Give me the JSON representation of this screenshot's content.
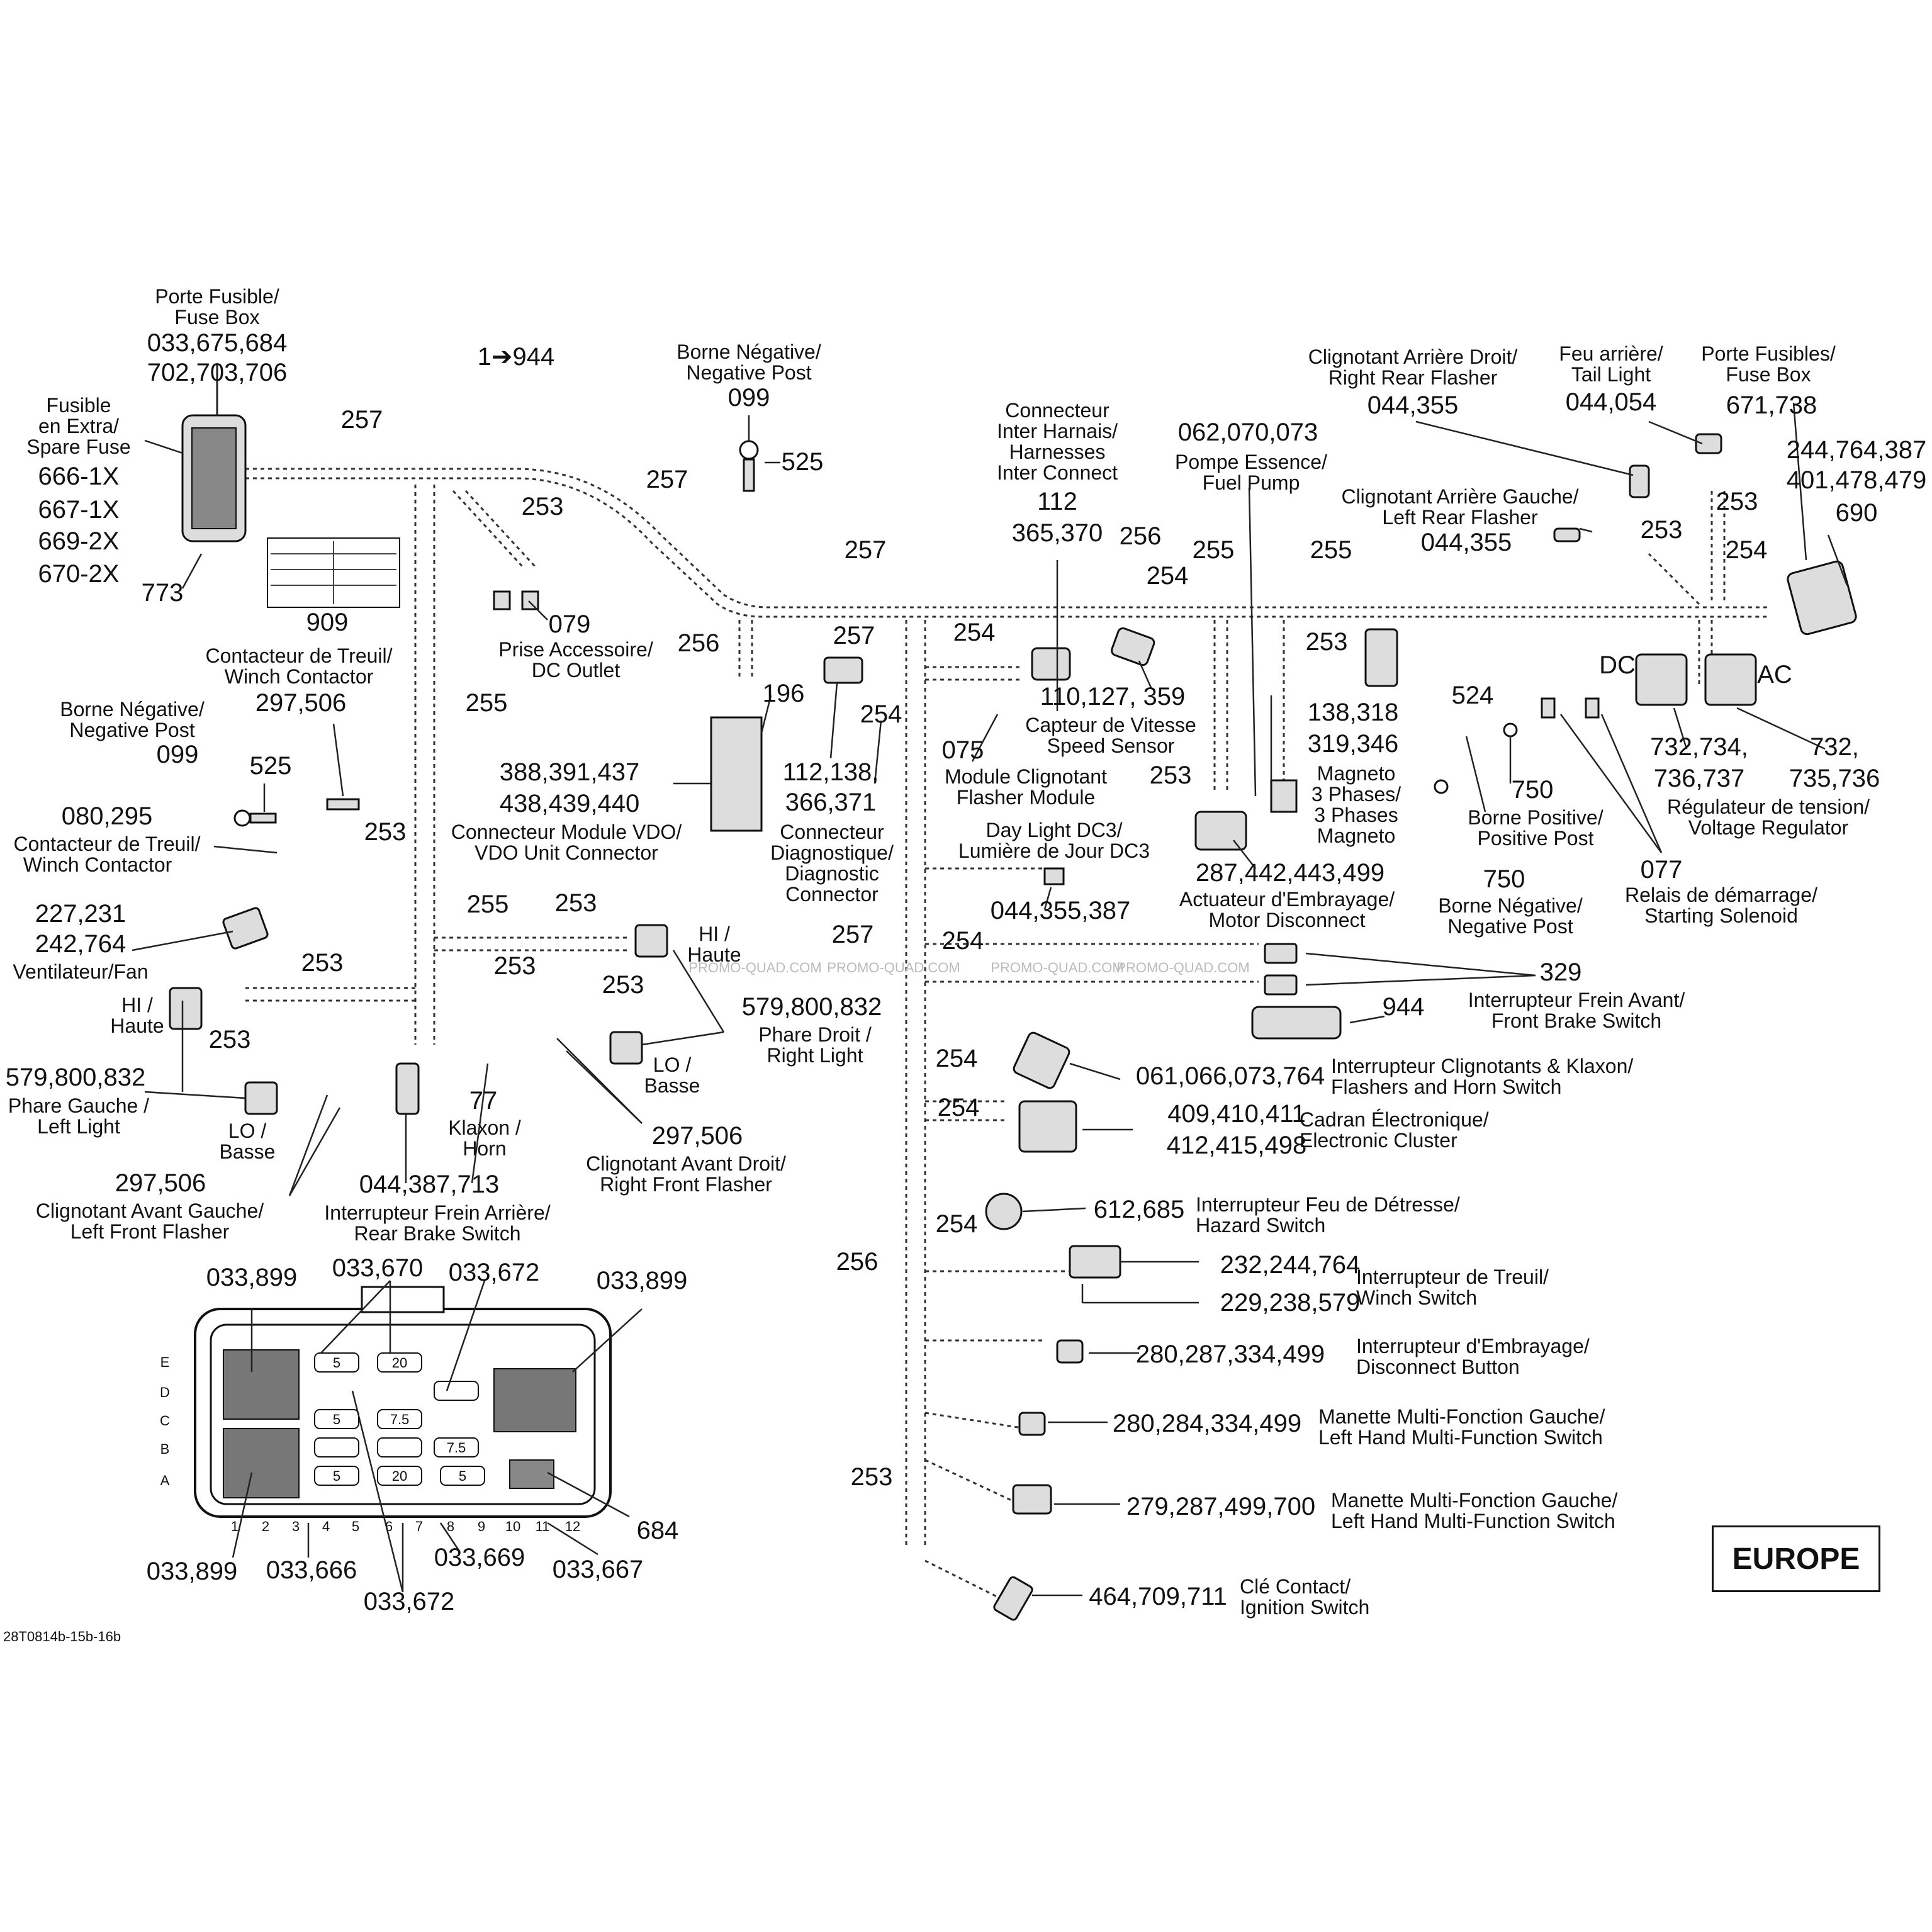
{
  "diagram_code": "28T0814b-15b-16b",
  "region": "EUROPE",
  "labels": {
    "fuse_box_title": "Porte Fusible/",
    "fuse_box_title2": "Fuse Box",
    "fuse_box_pn1": "033,675,684",
    "fuse_box_pn2": "702,703,706",
    "spare_fuse_1": "Fusible",
    "spare_fuse_2": "en Extra/",
    "spare_fuse_3": "Spare Fuse",
    "spare_1": "666-1X",
    "spare_2": "667-1X",
    "spare_3": "669-2X",
    "spare_4": "670-2X",
    "n773": "773",
    "n909": "909",
    "n257a": "257",
    "harness": "1➔944",
    "neg_post_top_1": "Borne Négative/",
    "neg_post_top_2": "Negative Post",
    "n099a": "099",
    "n525a": "525",
    "n253a": "253",
    "n257b": "257",
    "n079": "079",
    "dc_outlet_1": "Prise Accessoire/",
    "dc_outlet_2": "DC Outlet",
    "n256a": "256",
    "n196": "196",
    "n257c": "257",
    "n257d": "257",
    "n254a": "254",
    "n254b": "254",
    "inter_1": "Connecteur",
    "inter_2": "Inter Harnais/",
    "inter_3": "Harnesses",
    "inter_4": "Inter Connect",
    "inter_pn1": "112",
    "inter_pn2": "365,370",
    "n256b": "256",
    "fuel_pn": "062,070,073",
    "fuel_1": "Pompe Essence/",
    "fuel_2": "Fuel Pump",
    "n255a": "255",
    "n254c": "254",
    "n255b": "255",
    "n253b": "253",
    "rr_flasher_1": "Clignotant Arrière Droit/",
    "rr_flasher_2": "Right Rear Flasher",
    "rr_flasher_pn": "044,355",
    "tail_1": "Feu arrière/",
    "tail_2": "Tail Light",
    "tail_pn": "044,054",
    "fuses_1": "Porte Fusibles/",
    "fuses_2": "Fuse Box",
    "fuses_pn": "671,738",
    "lr_flasher_1": "Clignotant Arrière Gauche/",
    "lr_flasher_2": "Left Rear Flasher",
    "lr_flasher_pn": "044,355",
    "n253c": "253",
    "n253d": "253",
    "n254d": "254",
    "reg_pn1": "244,764,387",
    "reg_pn2": "401,478,479",
    "reg_pn3": "690",
    "dc": "DC",
    "ac": "AC",
    "winch_contactor_1": "Contacteur de Treuil/",
    "winch_contactor_2": "Winch Contactor",
    "winch_contactor_pn": "297,506",
    "n255c": "255",
    "neg_post_left_1": "Borne Négative/",
    "neg_post_left_2": "Negative Post",
    "n099b": "099",
    "n525b": "525",
    "winch2_pn": "080,295",
    "winch2_1": "Contacteur de Treuil/",
    "winch2_2": "Winch Contactor",
    "n253e": "253",
    "fan_pn1": "227,231",
    "fan_pn2": "242,764",
    "fan": "Ventilateur/Fan",
    "n255d": "255",
    "vdo_pn1": "388,391,437",
    "vdo_pn2": "438,439,440",
    "vdo_1": "Connecteur Module VDO/",
    "vdo_2": "VDO Unit Connector",
    "diag_pn1": "112,138,",
    "diag_pn2": "366,371",
    "diag_1": "Connecteur",
    "diag_2": "Diagnostique/",
    "diag_3": "Diagnostic",
    "diag_4": "Connector",
    "n075": "075",
    "flasher_mod_1": "Module Clignotant",
    "flasher_mod_2": "Flasher Module",
    "speed_pn": "110,127, 359",
    "speed_1": "Capteur de Vitesse",
    "speed_2": "Speed Sensor",
    "n253f": "253",
    "n253g": "253",
    "mag_pn1": "138,318",
    "mag_pn2": "319,346",
    "mag_1": "Magneto",
    "mag_2": "3 Phases/",
    "mag_3": "3 Phases",
    "mag_4": "Magneto",
    "n524": "524",
    "n750a": "750",
    "pos_post_1": "Borne Positive/",
    "pos_post_2": "Positive Post",
    "reg_left_pn1": "732,734,",
    "reg_left_pn2": "736,737",
    "reg_right_pn1": "732,",
    "reg_right_pn2": "735,736",
    "reg_1": "Régulateur de tension/",
    "reg_2": "Voltage Regulator",
    "day_1": "Day Light DC3/",
    "day_2": "Lumière de Jour DC3",
    "day_pn": "044,355,387",
    "clutch_pn": "287,442,443,499",
    "clutch_1": "Actuateur d'Embrayage/",
    "clutch_2": "Motor Disconnect",
    "n750b": "750",
    "neg_post_mid_1": "Borne Négative/",
    "neg_post_mid_2": "Negative Post",
    "n077": "077",
    "solenoid_1": "Relais de démarrage/",
    "solenoid_2": "Starting Solenoid",
    "n253h": "253",
    "hi_right_1": "HI /",
    "hi_right_2": "Haute",
    "n253i": "253",
    "n253j": "253",
    "right_light_pn": "579,800,832",
    "right_light_1": "Phare Droit /",
    "right_light_2": "Right Light",
    "lo_right_1": "LO /",
    "lo_right_2": "Basse",
    "n257e": "257",
    "n254e": "254",
    "n329": "329",
    "n944": "944",
    "front_brake_1": "Interrupteur Frein Avant/",
    "front_brake_2": "Front Brake Switch",
    "n253k": "253",
    "hi_left_1": "HI /",
    "hi_left_2": "Haute",
    "n253l": "253",
    "left_light_pn": "579,800,832",
    "left_light_1": "Phare Gauche /",
    "left_light_2": "Left Light",
    "lo_left_1": "LO /",
    "lo_left_2": "Basse",
    "n77": "77",
    "horn_1": "Klaxon /",
    "horn_2": "Horn",
    "rf_flasher_pn": "297,506",
    "rf_flasher_1": "Clignotant Avant Droit/",
    "rf_flasher_2": "Right Front Flasher",
    "lf_flasher_pn": "297,506",
    "lf_flasher_1": "Clignotant Avant Gauche/",
    "lf_flasher_2": "Left Front Flasher",
    "rear_brake_pn": "044,387,713",
    "rear_brake_1": "Interrupteur Frein Arrière/",
    "rear_brake_2": "Rear Brake Switch",
    "n254f": "254",
    "flash_horn_pn": "061,066,073,764",
    "flash_horn_1": "Interrupteur Clignotants & Klaxon/",
    "flash_horn_2": "Flashers and Horn Switch",
    "n254g": "254",
    "cluster_pn1": "409,410,411",
    "cluster_pn2": "412,415,498",
    "cluster_1": "Cadran Électronique/",
    "cluster_2": "Electronic Cluster",
    "n254h": "254",
    "hazard_pn": "612,685",
    "hazard_1": "Interrupteur Feu de Détresse/",
    "hazard_2": "Hazard Switch",
    "n256c": "256",
    "winch_sw_pn1": "232,244,764",
    "winch_sw_pn2": "229,238,579",
    "winch_sw_1": "Interrupteur de Treuil/",
    "winch_sw_2": "Winch Switch",
    "disc_pn": "280,287,334,499",
    "disc_1": "Interrupteur d'Embrayage/",
    "disc_2": "Disconnect Button",
    "lhmf1_pn": "280,284,334,499",
    "lhmf1_1": "Manette Multi-Fonction Gauche/",
    "lhmf1_2": "Left Hand Multi-Function Switch",
    "n253m": "253",
    "lhmf2_pn": "279,287,499,700",
    "lhmf2_1": "Manette Multi-Fonction Gauche/",
    "lhmf2_2": "Left Hand Multi-Function Switch",
    "ign_pn": "464,709,711",
    "ign_1": "Clé Contact/",
    "ign_2": "Ignition Switch",
    "fb_899a": "033,899",
    "fb_670": "033,670",
    "fb_672a": "033,672",
    "fb_899b": "033,899",
    "fb_684": "684",
    "fb_899c": "033,899",
    "fb_666": "033,666",
    "fb_669": "033,669",
    "fb_667": "033,667",
    "fb_672b": "033,672",
    "fuse_5a": "5",
    "fuse_20a": "20",
    "fuse_5b": "5",
    "fuse_75a": "7.5",
    "fuse_75b": "7.5",
    "fuse_5c": "5",
    "fuse_20b": "20",
    "fuse_5d": "5",
    "row_e": "E",
    "row_d": "D",
    "row_c": "C",
    "row_b": "B",
    "row_a": "A",
    "col_1": "1",
    "col_2": "2",
    "col_3": "3",
    "col_4": "4",
    "col_5": "5",
    "col_6": "6",
    "col_7": "7",
    "col_8": "8",
    "col_9": "9",
    "col_10": "10",
    "col_11": "11",
    "col_12": "12",
    "watermark_1": "PROMO-QUAD.COM",
    "watermark_2": "PROMO-QUAD.COM",
    "watermark_3": "PROMO-QUAD.COM",
    "watermark_4": "PROMO-QUAD.COM"
  }
}
